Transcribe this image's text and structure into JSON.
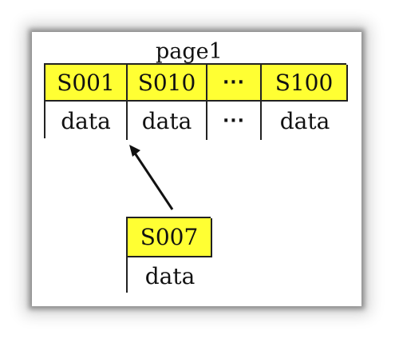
{
  "page": {
    "title": "page1",
    "keys": [
      "S001",
      "S010",
      "···",
      "S100"
    ],
    "values": [
      "data",
      "data",
      "···",
      "data"
    ]
  },
  "record": {
    "key": "S007",
    "value": "data"
  }
}
